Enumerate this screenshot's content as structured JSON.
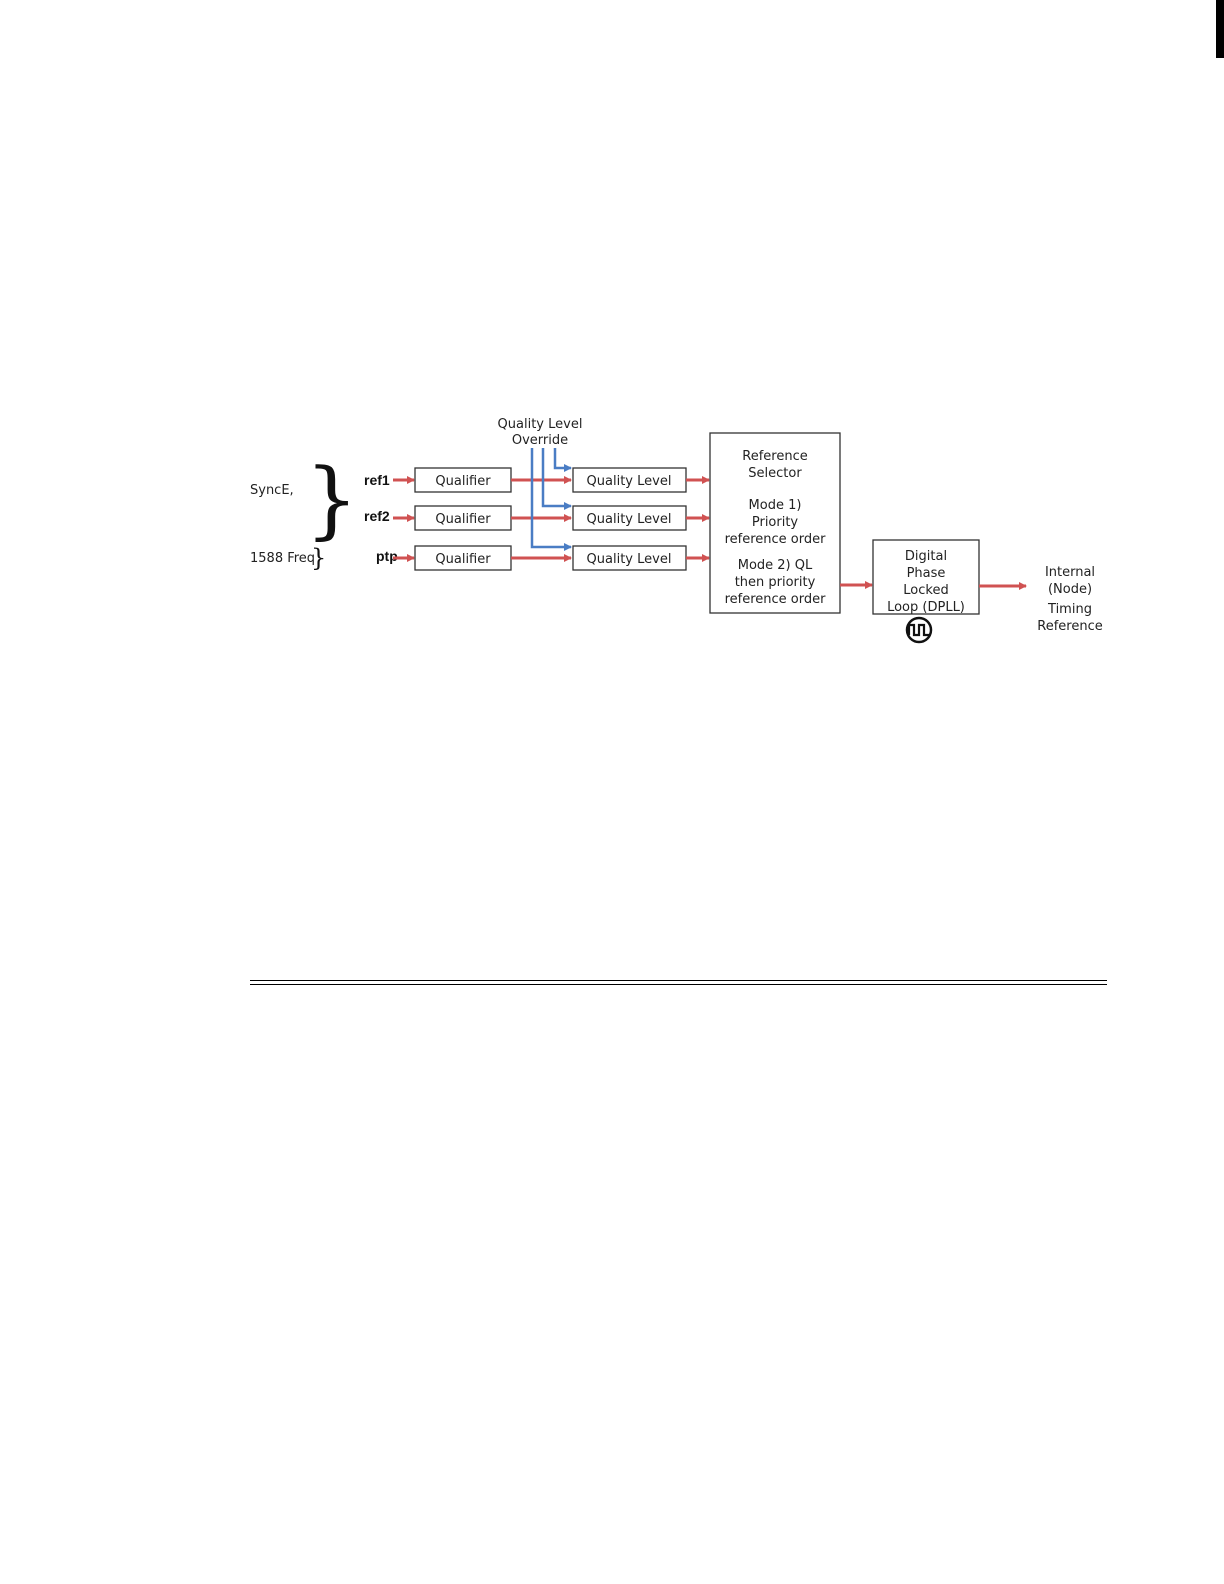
{
  "inputs": {
    "synce_label": "SyncE,",
    "freq_label": "1588 Freq",
    "ref1": "ref1",
    "ref2": "ref2",
    "ptp": "ptp"
  },
  "qualifier_label": "Qualifier",
  "quality_level_label": "Quality Level",
  "override_label": [
    "Quality Level",
    "Override"
  ],
  "selector_lines": [
    "Reference",
    "Selector",
    "",
    "Mode 1)",
    "Priority",
    "reference order",
    "Mode 2) QL",
    "then priority",
    "reference order"
  ],
  "dpll_lines": [
    "Digital",
    "Phase",
    "Locked",
    "Loop (DPLL)"
  ],
  "output_lines": [
    "Internal",
    "(Node)",
    "Timing",
    "Reference"
  ],
  "colors": {
    "signal": "#d05252",
    "override": "#4a7dc4"
  },
  "icons": [
    "oscillator-icon"
  ]
}
